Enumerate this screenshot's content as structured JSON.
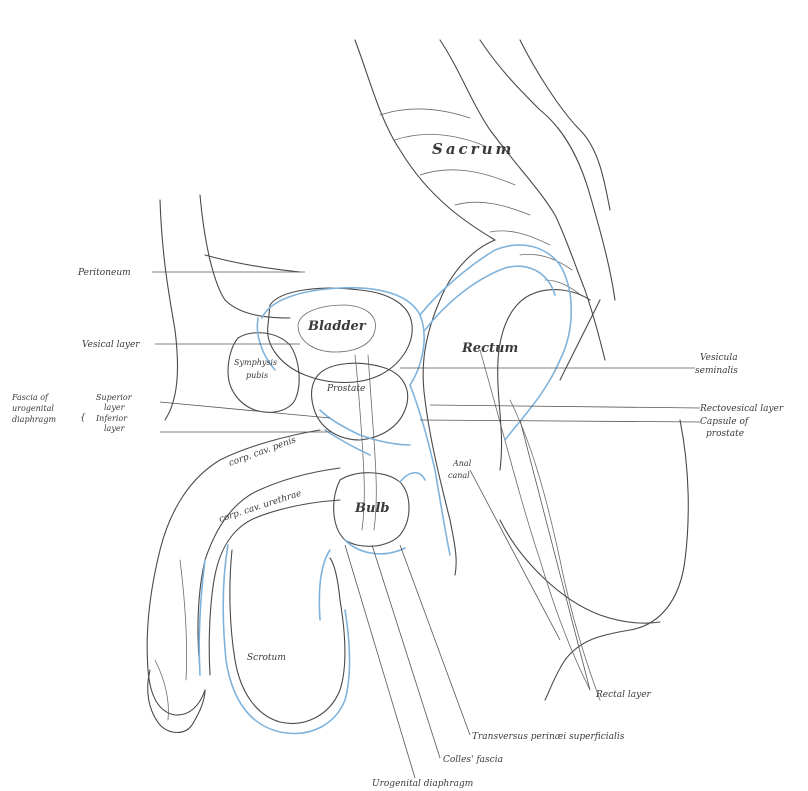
{
  "labels": {
    "sacrum": "Sacrum",
    "peritoneum": "Peritoneum",
    "bladder": "Bladder",
    "vesical_layer": "Vesical layer",
    "symphysis_pubis_1": "Symphysis",
    "symphysis_pubis_2": "pubis",
    "rectum": "Rectum",
    "vesicula_1": "Vesicula",
    "vesicula_2": "seminalis",
    "prostate": "Prostate",
    "fascia_1": "Fascia of",
    "fascia_2": "urogenital",
    "fascia_3": "diaphragm",
    "superior_1": "Superior",
    "superior_2": "layer",
    "inferior_1": "Inferior",
    "inferior_2": "layer",
    "rectovesical": "Rectovesical layer",
    "capsule_1": "Capsule of",
    "capsule_2": "prostate",
    "anal_canal_1": "Anal",
    "anal_canal_2": "canal",
    "corp_cav_penis": "corp. cav. penis",
    "corp_cav_urethrae": "corp. cav. urethrae",
    "bulb": "Bulb",
    "scrotum": "Scrotum",
    "rectal_layer": "Rectal layer",
    "transversus": "Transversus perinæi superficialis",
    "colles_fascia": "Colles' fascia",
    "urogenital": "Urogenital diaphragm"
  },
  "colors": {
    "fascia_blue": "#7fb3dc",
    "ink": "#4a4a4a"
  }
}
